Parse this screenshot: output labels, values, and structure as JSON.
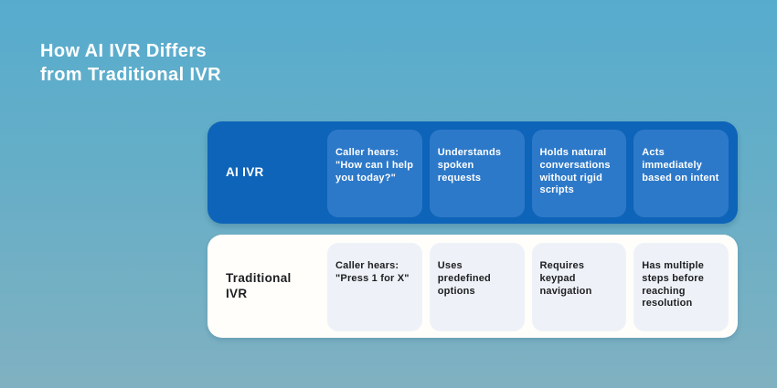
{
  "title": {
    "line1": "How AI IVR Differs",
    "line2": "from Traditional IVR"
  },
  "comparison": {
    "rows": [
      {
        "label": "AI IVR",
        "cells": [
          "Caller hears: \"How can I help you today?\"",
          "Understands spoken requests",
          "Holds natural conversations without rigid scripts",
          "Acts immediately based on intent"
        ]
      },
      {
        "label": "Traditional IVR",
        "cells": [
          "Caller hears: \"Press 1 for X\"",
          "Uses predefined options",
          "Requires keypad navigation",
          "Has multiple steps before reaching resolution"
        ]
      }
    ]
  },
  "colors": {
    "background_top": "#57acce",
    "background_bottom": "#80b1c1",
    "ai_card": "#0d64b8",
    "ai_cell": "#2d79c9",
    "traditional_card": "#fffefa",
    "traditional_cell": "#eef2f8",
    "title_text": "#ffffff",
    "dark_text": "#1d1e20"
  }
}
